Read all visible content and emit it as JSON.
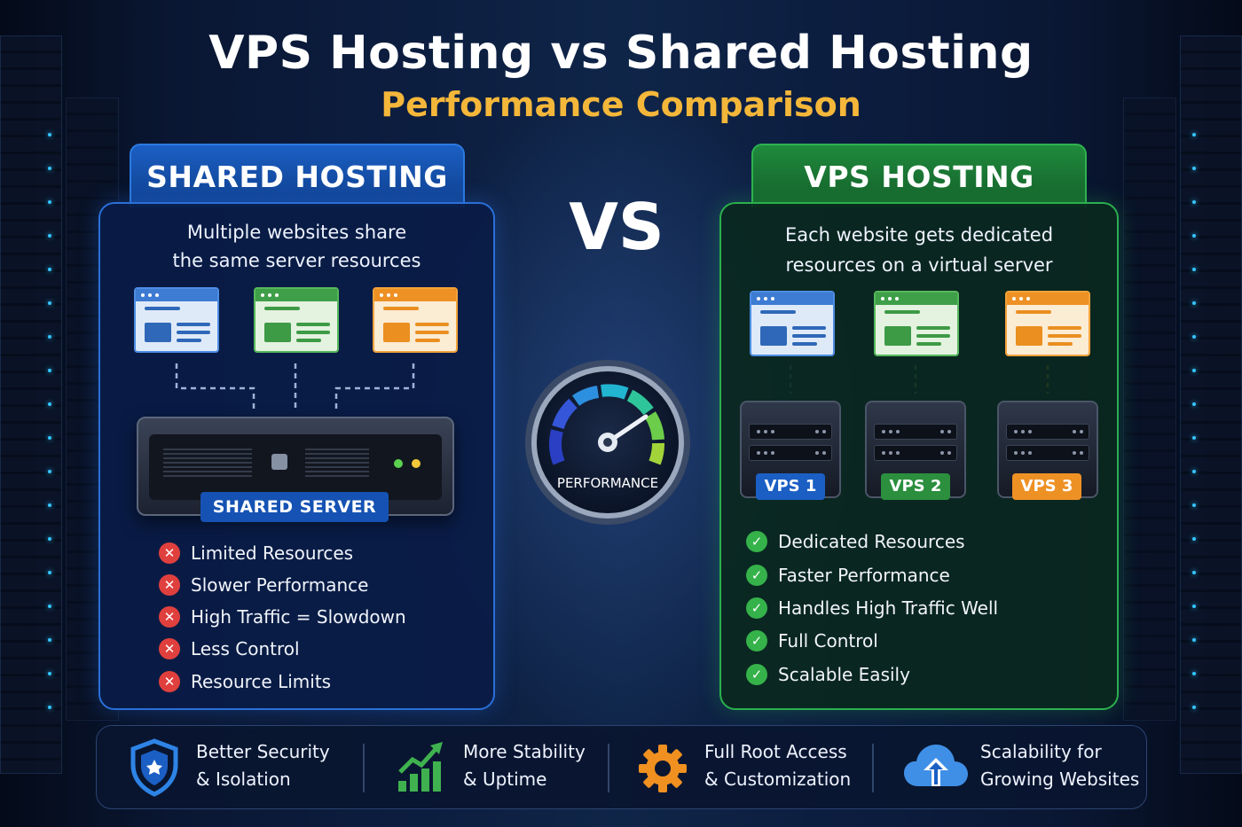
{
  "title": "VPS Hosting vs Shared Hosting",
  "subtitle": "Performance Comparison",
  "vs": "VS",
  "shared": {
    "header": "SHARED HOSTING",
    "desc_line1": "Multiple websites share",
    "desc_line2": "the same server resources",
    "server_label": "SHARED SERVER",
    "cons": [
      "Limited Resources",
      "Slower Performance",
      "High Traffic = Slowdown",
      "Less Control",
      "Resource Limits"
    ],
    "accent": "#1b5fc4"
  },
  "vps": {
    "header": "VPS HOSTING",
    "desc_line1": "Each website gets dedicated",
    "desc_line2": "resources on a virtual server",
    "servers": [
      "VPS 1",
      "VPS 2",
      "VPS 3"
    ],
    "pros": [
      "Dedicated Resources",
      "Faster Performance",
      "Handles High Traffic Well",
      "Full Control",
      "Scalable Easily"
    ],
    "accent": "#1f8a3c"
  },
  "gauge": {
    "label": "PERFORMANCE"
  },
  "benefits": [
    {
      "line1": "Better Security",
      "line2": "& Isolation",
      "icon": "shield-icon"
    },
    {
      "line1": "More Stability",
      "line2": "& Uptime",
      "icon": "growth-chart-icon"
    },
    {
      "line1": "Full Root Access",
      "line2": "& Customization",
      "icon": "gear-icon"
    },
    {
      "line1": "Scalability for",
      "line2": "Growing Websites",
      "icon": "cloud-upload-icon"
    }
  ],
  "colors": {
    "title": "#ffffff",
    "subtitle": "#f4b73a",
    "blue": "#2a6fd8",
    "green": "#2bb04e",
    "orange": "#ee9125",
    "cross": "#e0403d",
    "check": "#35b24a"
  }
}
